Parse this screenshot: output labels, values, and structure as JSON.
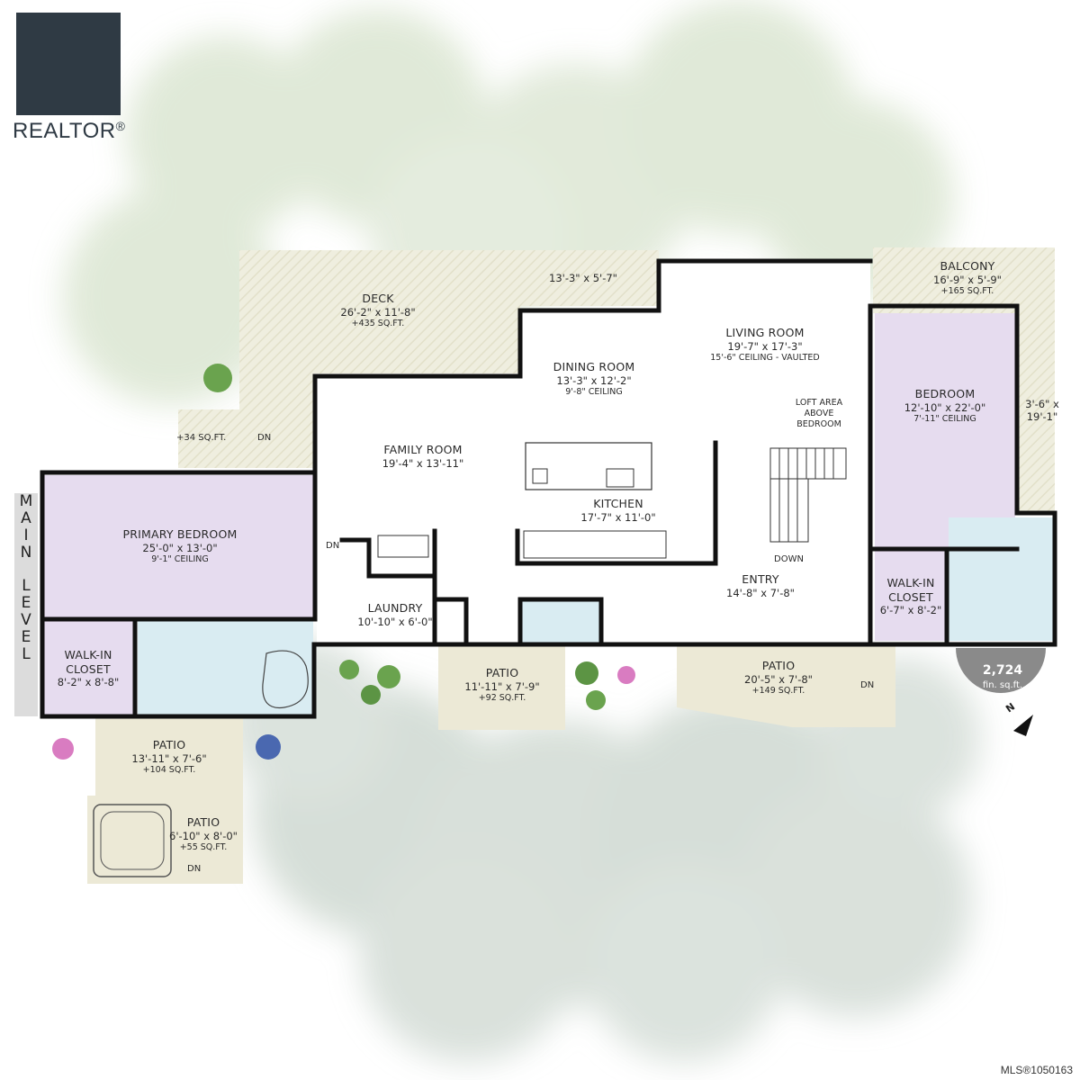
{
  "logo": {
    "wordmark": "REALTOR",
    "registered_mark": "®"
  },
  "level_label": [
    "M",
    "A",
    "I",
    "N",
    "",
    "L",
    "E",
    "V",
    "E",
    "L"
  ],
  "rooms": {
    "deck": {
      "name": "DECK",
      "dim": "26'-2\" x 11'-8\"",
      "sqft": "+435 SQ.FT."
    },
    "deck_ext": {
      "dim": "13'-3\" x 5'-7\""
    },
    "living": {
      "name": "LIVING ROOM",
      "dim": "19'-7\" x 17'-3\"",
      "ceiling": "15'-6\" CEILING - VAULTED"
    },
    "dining": {
      "name": "DINING ROOM",
      "dim": "13'-3\" x 12'-2\"",
      "ceiling": "9'-8\" CEILING"
    },
    "family": {
      "name": "FAMILY ROOM",
      "dim": "19'-4\" x 13'-11\""
    },
    "kitchen": {
      "name": "KITCHEN",
      "dim": "17'-7\" x 11'-0\""
    },
    "primary": {
      "name": "PRIMARY BEDROOM",
      "dim": "25'-0\" x 13'-0\"",
      "ceiling": "9'-1\" CEILING"
    },
    "walkin_left": {
      "name1": "WALK-IN",
      "name2": "CLOSET",
      "dim": "8'-2\" x 8'-8\""
    },
    "laundry": {
      "name": "LAUNDRY",
      "dim": "10'-10\" x 6'-0\""
    },
    "entry": {
      "name": "ENTRY",
      "dim": "14'-8\" x 7'-8\""
    },
    "bedroom": {
      "name": "BEDROOM",
      "dim": "12'-10\" x 22'-0\"",
      "ceiling": "7'-11\" CEILING"
    },
    "walkin_right": {
      "name1": "WALK-IN",
      "name2": "CLOSET",
      "dim": "6'-7\" x 8'-2\""
    },
    "balcony": {
      "name": "BALCONY",
      "dim": "16'-9\" x 5'-9\"",
      "sqft": "+165 SQ.FT."
    },
    "balcony_side": {
      "line1": "3'-6\" x",
      "line2": "19'-1\""
    },
    "loft": {
      "line1": "LOFT AREA",
      "line2": "ABOVE",
      "line3": "BEDROOM"
    },
    "patio_center": {
      "name": "PATIO",
      "dim": "11'-11\" x 7'-9\"",
      "sqft": "+92 SQ.FT."
    },
    "patio_right": {
      "name": "PATIO",
      "dim": "20'-5\" x 7'-8\"",
      "sqft": "+149 SQ.FT."
    },
    "patio_left": {
      "name": "PATIO",
      "dim": "13'-11\" x 7'-6\"",
      "sqft": "+104 SQ.FT."
    },
    "patio_small": {
      "name": "PATIO",
      "dim": "6'-10\" x 8'-0\"",
      "sqft": "+55 SQ.FT."
    }
  },
  "small_labels": {
    "sqft_34": "+34 SQ.FT.",
    "dn": "DN",
    "down": "DOWN"
  },
  "area_badge": {
    "value": "2,724",
    "unit": "fin. sq.ft.",
    "north": "N"
  },
  "mls": "MLS®1050163",
  "colors": {
    "bedroom_fill": "#e6dcef",
    "bath_fill": "#d9ecf2",
    "deck_fill": "#efefdf",
    "patio_fill": "#ece9d6",
    "wall": "#111111",
    "foliage": "#dde7d4",
    "foliage_dark": "#cdd7cf",
    "badge": "#8a8a8a"
  }
}
